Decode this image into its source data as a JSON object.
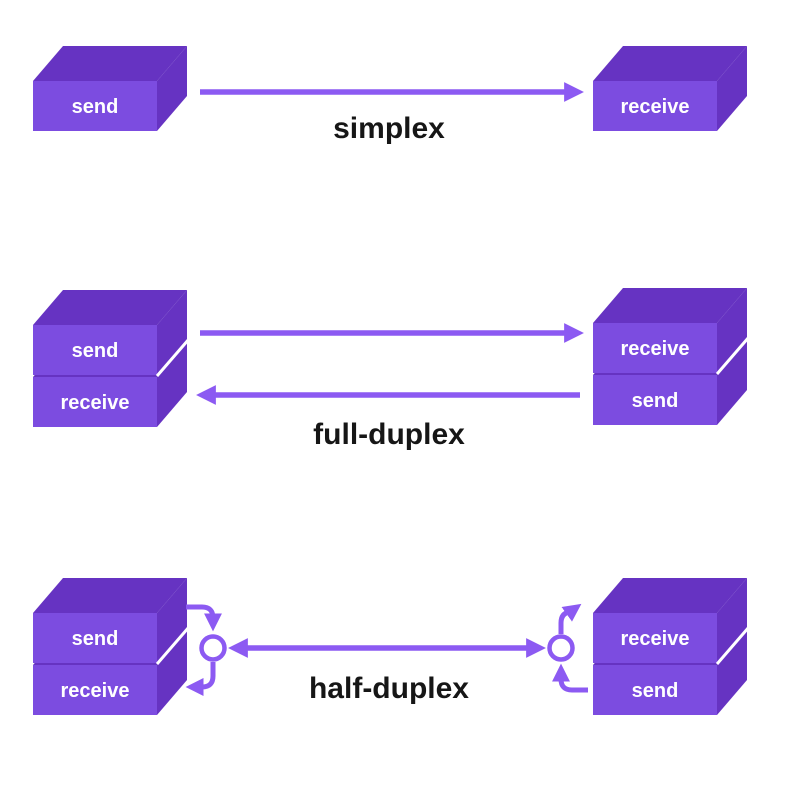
{
  "colors": {
    "background": "#ffffff",
    "box-front": "#7c4ce0",
    "box-side": "#6633c2",
    "box-text": "#ffffff",
    "arrow": "#8c5af2",
    "label-text": "#161616"
  },
  "rows": [
    {
      "label": "simplex",
      "left_node": {
        "boxes": [
          {
            "label": "send"
          }
        ]
      },
      "right_node": {
        "boxes": [
          {
            "label": "receive"
          }
        ]
      },
      "arrows": [
        {
          "direction": "left-to-right"
        }
      ]
    },
    {
      "label": "full-duplex",
      "left_node": {
        "boxes": [
          {
            "label": "send"
          },
          {
            "label": "receive"
          }
        ]
      },
      "right_node": {
        "boxes": [
          {
            "label": "receive"
          },
          {
            "label": "send"
          }
        ]
      },
      "arrows": [
        {
          "direction": "left-to-right"
        },
        {
          "direction": "right-to-left"
        }
      ]
    },
    {
      "label": "half-duplex",
      "left_node": {
        "boxes": [
          {
            "label": "send"
          },
          {
            "label": "receive"
          }
        ]
      },
      "right_node": {
        "boxes": [
          {
            "label": "receive"
          },
          {
            "label": "send"
          }
        ]
      },
      "arrows": [
        {
          "direction": "bidirectional-shared-channel"
        }
      ]
    }
  ]
}
